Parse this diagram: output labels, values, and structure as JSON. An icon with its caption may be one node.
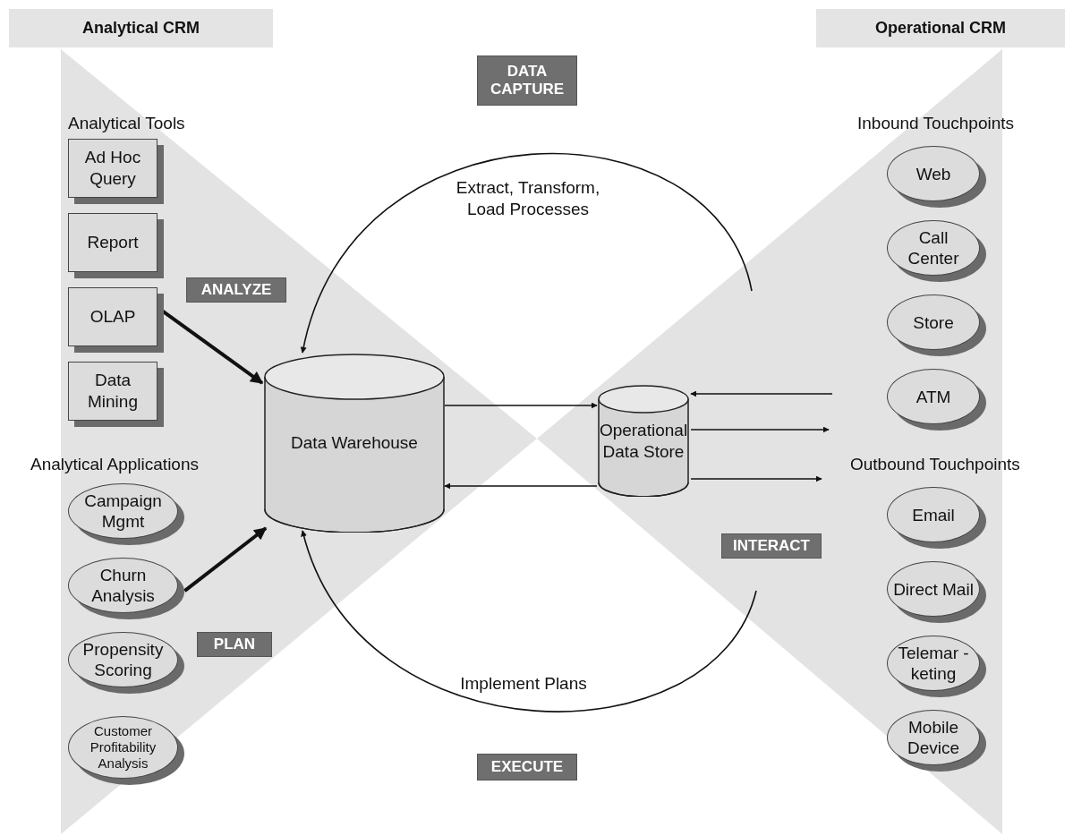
{
  "diagram": {
    "nodes": [
      {
        "text": [
          "Analytical CRM"
        ]
      },
      {
        "text": [
          "Operational CRM"
        ]
      },
      {
        "text": [
          "DATA CAPTURE"
        ]
      },
      {
        "text": [
          "Ad Hoc Query"
        ]
      },
      {
        "text": [
          "Report"
        ]
      },
      {
        "text": [
          "OLAP"
        ]
      },
      {
        "text": [
          "Data Mining"
        ]
      },
      {
        "text": [
          "ANALYZE"
        ]
      },
      {
        "text": [
          "Data Warehouse"
        ]
      },
      {
        "text": [
          "Operational Data Store"
        ]
      },
      {
        "text": [
          "Web"
        ]
      },
      {
        "text": [
          "Call Center"
        ]
      },
      {
        "text": [
          "Store"
        ]
      },
      {
        "text": [
          "ATM"
        ]
      },
      {
        "text": [
          "Campaign Mgmt"
        ]
      },
      {
        "text": [
          "Churn Analysis"
        ]
      },
      {
        "text": [
          "Propensity Scoring"
        ]
      },
      {
        "text": [
          "Customer Profitability Analysis"
        ]
      },
      {
        "text": [
          "INTERACT"
        ]
      },
      {
        "text": [
          "PLAN"
        ]
      },
      {
        "text": [
          "Email"
        ]
      },
      {
        "text": [
          "Direct Mail"
        ]
      },
      {
        "text": [
          "Telemar -keting"
        ]
      },
      {
        "text": [
          "Mobile Device"
        ]
      },
      {
        "text": [
          "EXECUTE"
        ]
      }
    ],
    "edges": [
      {
        "from": 5,
        "to": 8,
        "arrow": "to",
        "style": "thick"
      },
      {
        "from": 15,
        "to": 8,
        "arrow": "to",
        "style": "thick"
      },
      {
        "from": 8,
        "to": 9,
        "arrow": "to"
      },
      {
        "from": 9,
        "to": 8,
        "arrow": "to"
      },
      {
        "from": null,
        "to": 8,
        "arrow": "to",
        "label": "Extract, Transform, Load Processes"
      },
      {
        "from": null,
        "to": 8,
        "arrow": "to",
        "label": "Implement Plans"
      },
      {
        "from": null,
        "to": 9,
        "arrow": "to"
      },
      {
        "from": 9,
        "to": null,
        "arrow": "to"
      },
      {
        "from": 9,
        "to": null,
        "arrow": "to"
      }
    ],
    "labels": [
      "Analytical Tools",
      "Analytical Applications",
      "Inbound Touchpoints",
      "Outbound Touchpoints"
    ]
  }
}
